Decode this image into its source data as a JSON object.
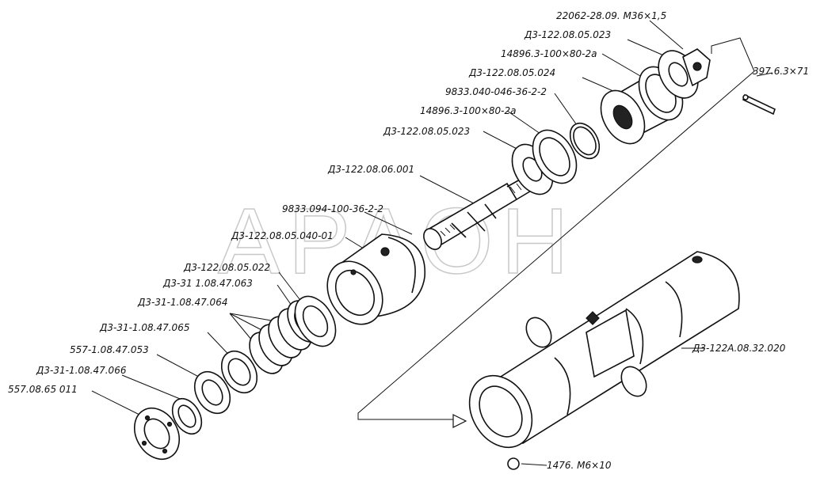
{
  "watermark": "АРАОН",
  "parts": [
    {
      "id": "screw-m36",
      "label": "22062-28.09. М36×1,5"
    },
    {
      "id": "washer-023-top",
      "label": "Д3-122.08.05.023"
    },
    {
      "id": "cuff-top",
      "label": "14896.3-100×80-2а"
    },
    {
      "id": "bushing-024",
      "label": "Д3-122.08.05.024"
    },
    {
      "id": "oring-040",
      "label": "9833.040-046-36-2-2"
    },
    {
      "id": "cuff-mid",
      "label": "14896.3-100×80-2а"
    },
    {
      "id": "washer-023-mid",
      "label": "Д3-122.08.05.023"
    },
    {
      "id": "rod-001",
      "label": "Д3-122.08.06.001"
    },
    {
      "id": "oring-094",
      "label": "9833.094-100-36-2-2"
    },
    {
      "id": "head-040-01",
      "label": "Д3-122.08.05.040-01"
    },
    {
      "id": "washer-022",
      "label": "Д3-122.08.05.022"
    },
    {
      "id": "ring-063",
      "label": "Д3-31 1.08.47.063"
    },
    {
      "id": "rings-064",
      "label": "Д3-31-1.08.47.064"
    },
    {
      "id": "ring-065",
      "label": "Д3-31-1.08.47.065"
    },
    {
      "id": "ring-053",
      "label": "557-1.08.47.053"
    },
    {
      "id": "ring-066",
      "label": "Д3-31-1.08.47.066"
    },
    {
      "id": "flange-011",
      "label": "557.08.65 011"
    },
    {
      "id": "pin-397",
      "label": "397.6.3×71"
    },
    {
      "id": "cylinder-020",
      "label": "Д3-122А.08.32.020"
    },
    {
      "id": "screw-m6",
      "label": "1476. М6×10"
    }
  ]
}
